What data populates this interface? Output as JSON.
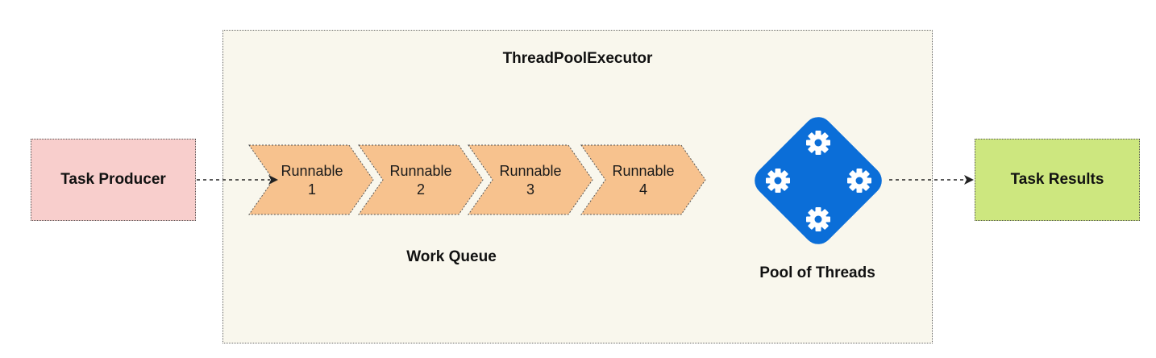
{
  "executor": {
    "title": "ThreadPoolExecutor"
  },
  "producer": {
    "label": "Task Producer"
  },
  "results": {
    "label": "Task Results"
  },
  "queue": {
    "label": "Work Queue",
    "items": [
      {
        "line1": "Runnable",
        "line2": "1"
      },
      {
        "line1": "Runnable",
        "line2": "2"
      },
      {
        "line1": "Runnable",
        "line2": "3"
      },
      {
        "line1": "Runnable",
        "line2": "4"
      }
    ]
  },
  "pool": {
    "label": "Pool of Threads",
    "icon": "gear-icon"
  },
  "colors": {
    "executor_bg": "#f9f7ed",
    "producer_bg": "#f8cecc",
    "results_bg": "#cde77f",
    "runnable_fill": "#f7c28e",
    "pool_fill": "#0b6ed8"
  }
}
